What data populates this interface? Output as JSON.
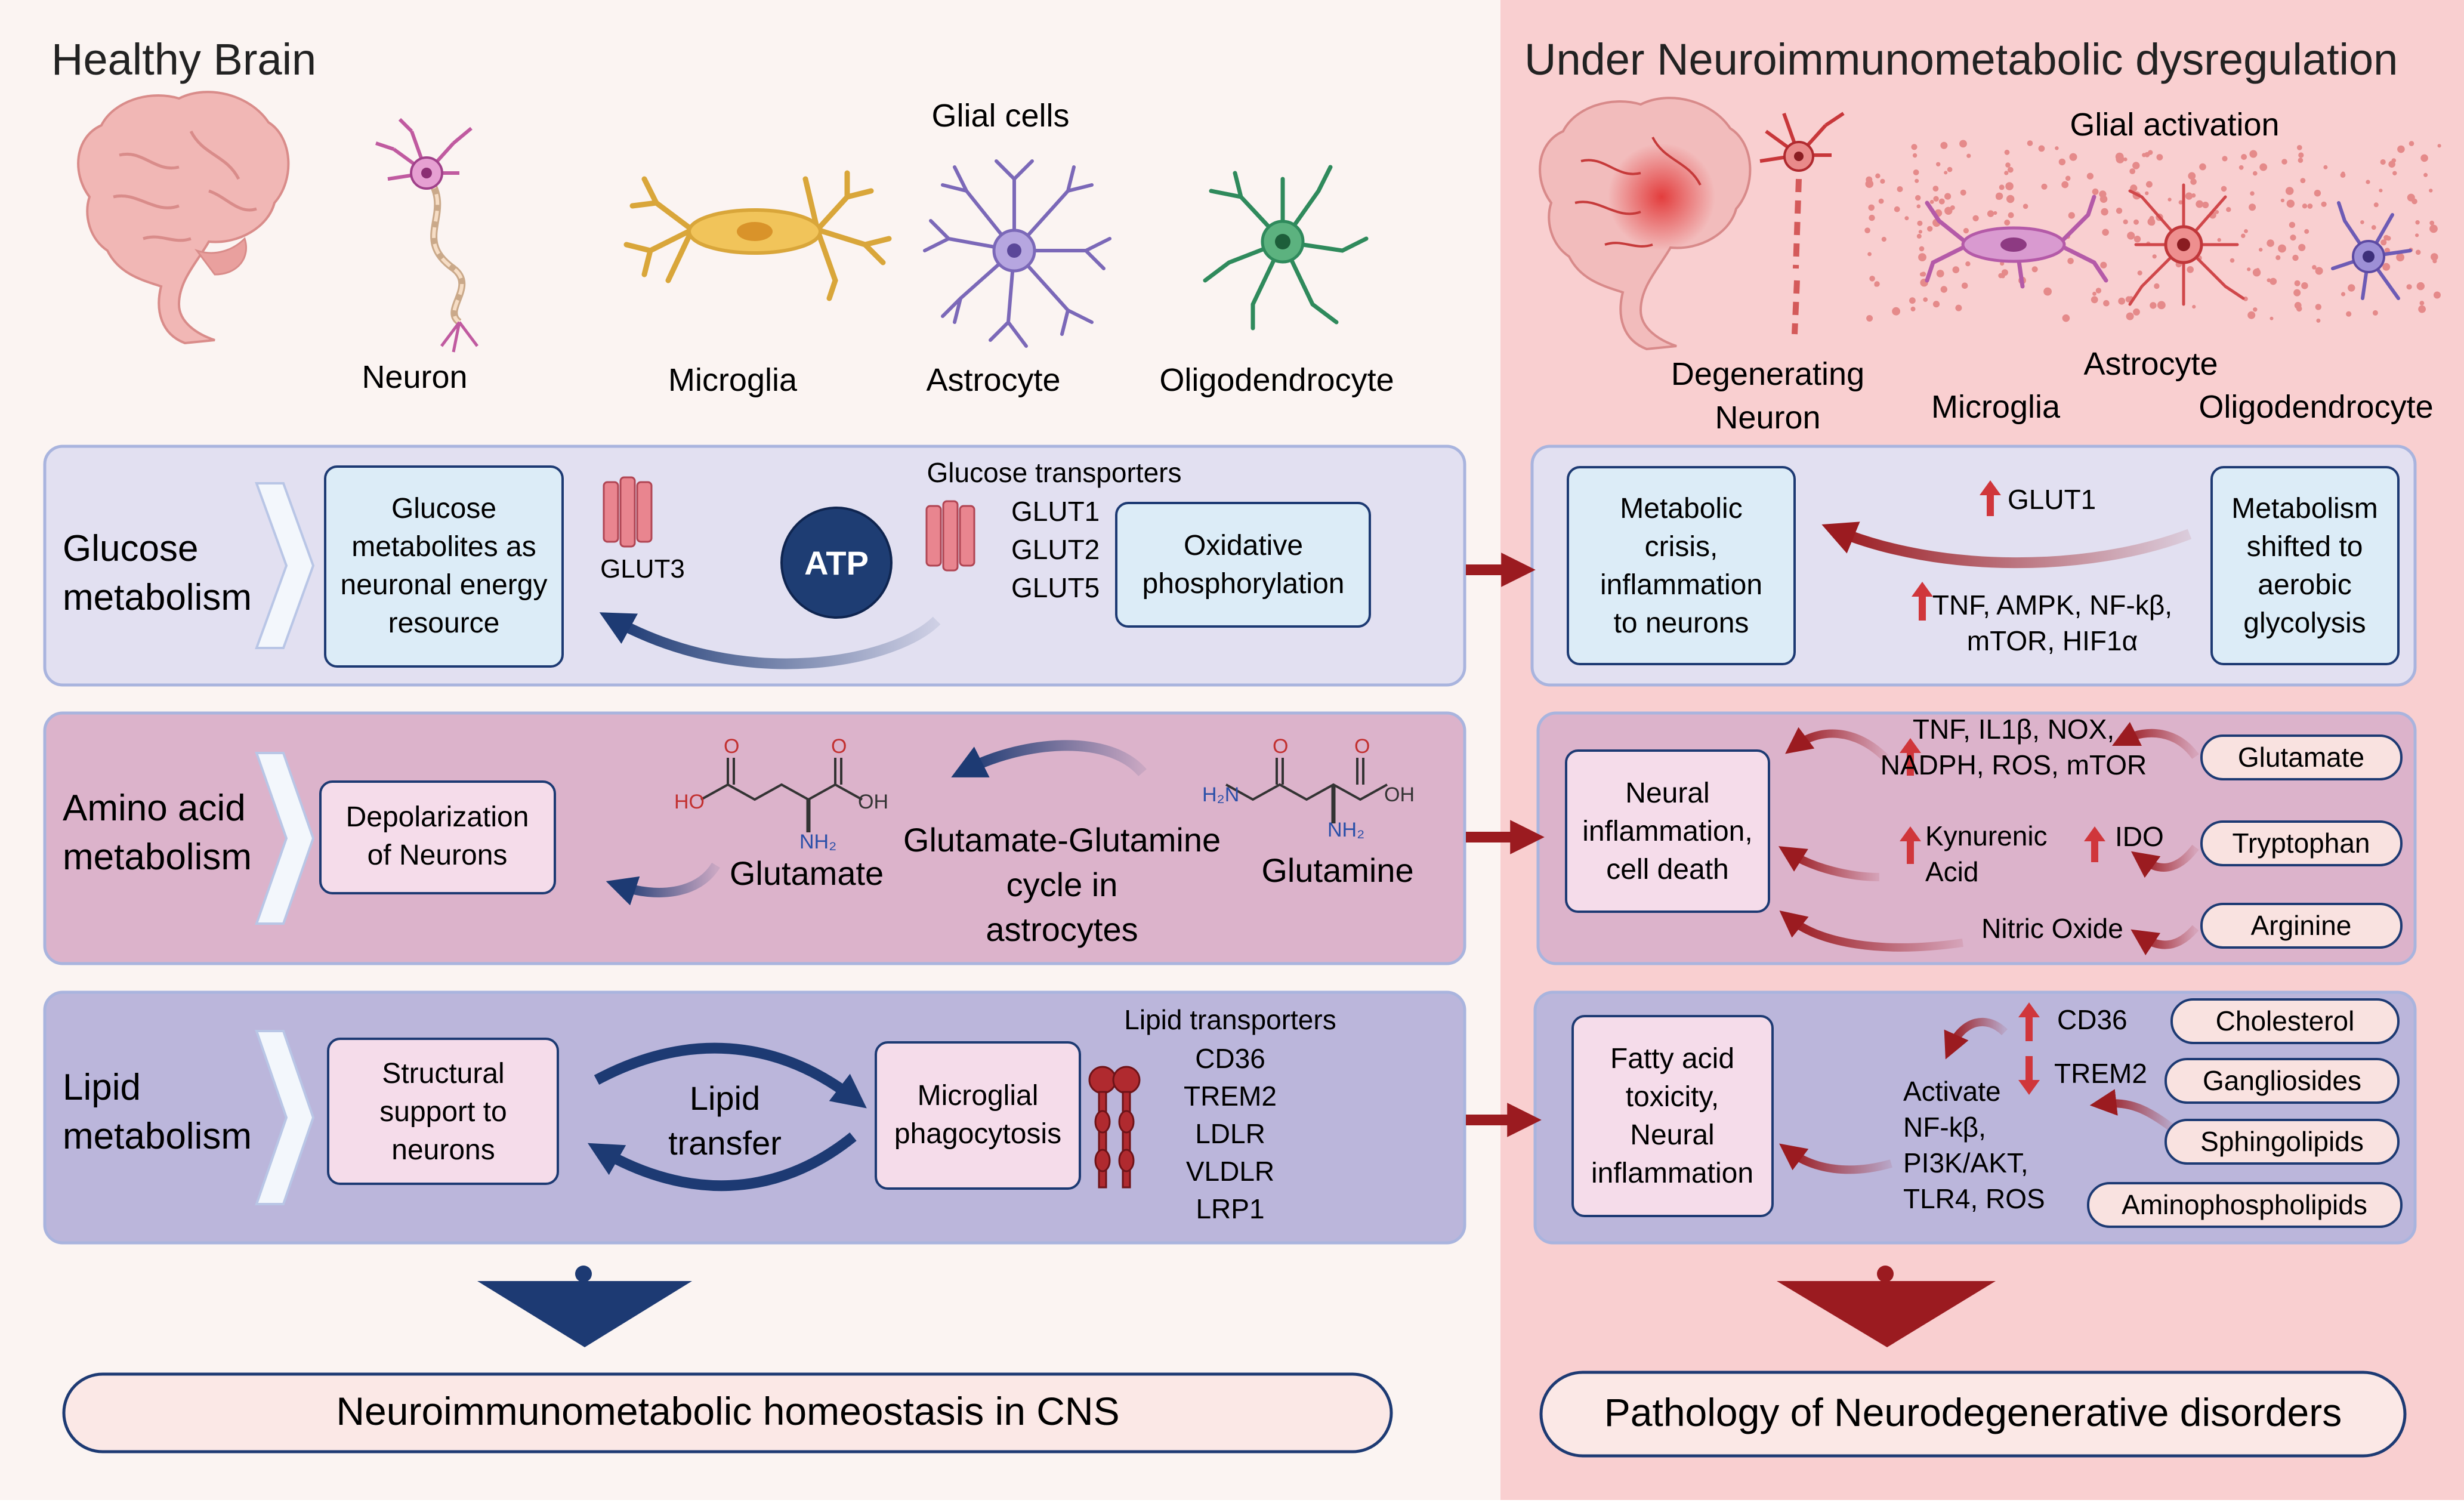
{
  "left": {
    "title": "Healthy Brain",
    "neuron_label": "Neuron",
    "glial_header": "Glial cells",
    "microglia_label": "Microglia",
    "astrocyte_label": "Astrocyte",
    "oligo_label": "Oligodendrocyte",
    "glucose": {
      "label": [
        "Glucose",
        "metabolism"
      ],
      "box": [
        "Glucose",
        "metabolites as",
        "neuronal energy",
        "resource"
      ],
      "glut3": "GLUT3",
      "atp": "ATP",
      "transporters_title": "Glucose transporters",
      "transporters": [
        "GLUT1",
        "GLUT2",
        "GLUT5"
      ],
      "oxphos": [
        "Oxidative",
        "phosphorylation"
      ]
    },
    "amino": {
      "label": [
        "Amino acid",
        "metabolism"
      ],
      "box": [
        "Depolarization",
        "of Neurons"
      ],
      "glutamate": "Glutamate",
      "cycle": [
        "Glutamate-Glutamine",
        "cycle in",
        "astrocytes"
      ],
      "glutamine": "Glutamine",
      "chem": {
        "oh": "OH",
        "ho": "HO",
        "o": "O",
        "nh2": "NH₂",
        "h2n": "H₂N"
      }
    },
    "lipid": {
      "label": [
        "Lipid",
        "metabolism"
      ],
      "box": [
        "Structural",
        "support to",
        "neurons"
      ],
      "transfer": [
        "Lipid",
        "transfer"
      ],
      "phago": [
        "Microglial",
        "phagocytosis"
      ],
      "transporters_title": "Lipid transporters",
      "transporters": [
        "CD36",
        "TREM2",
        "LDLR",
        "VLDLR",
        "LRP1"
      ]
    },
    "result": "Neuroimmunometabolic homeostasis in CNS"
  },
  "right": {
    "title": "Under Neuroimmunometabolic dysregulation",
    "degenerating": [
      "Degenerating",
      "Neuron"
    ],
    "glial_activation": "Glial activation",
    "microglia_label": "Microglia",
    "astrocyte_label": "Astrocyte",
    "oligo_label": "Oligodendrocyte",
    "glucose": {
      "box": [
        "Metabolic",
        "crisis,",
        "inflammation",
        "to neurons"
      ],
      "glut1": "GLUT1",
      "mediators": [
        "TNF, AMPK, NF-kβ,",
        "mTOR, HIF1α"
      ],
      "shift": [
        "Metabolism",
        "shifted to",
        "aerobic",
        "glycolysis"
      ]
    },
    "amino": {
      "box": [
        "Neural",
        "inflammation,",
        "cell death"
      ],
      "mediators": [
        "TNF, IL1β, NOX,",
        "NADPH, ROS, mTOR"
      ],
      "kynurenic": [
        "Kynurenic",
        "Acid"
      ],
      "ido": "IDO",
      "nitric": "Nitric Oxide",
      "glutamate": "Glutamate",
      "tryptophan": "Tryptophan",
      "arginine": "Arginine"
    },
    "lipid": {
      "box": [
        "Fatty acid",
        "toxicity,",
        "Neural",
        "inflammation"
      ],
      "cd36": "CD36",
      "trem2": "TREM2",
      "activate": [
        "Activate",
        "NF-kβ,",
        "PI3K/AKT,",
        "TLR4, ROS"
      ],
      "cholesterol": "Cholesterol",
      "gangliosides": "Gangliosides",
      "sphingolipids": "Sphingolipids",
      "amino_phospho": "Aminophospholipids"
    },
    "result": "Pathology of Neurodegenerative disorders"
  },
  "colors": {
    "left_bg": "#fbf4f2",
    "right_bg": "#f9cfd0",
    "glucose_band": "#e2e0f1",
    "amino_band": "#dcb3cb",
    "lipid_band": "#bbb6db",
    "box_blue": "#dcecf7",
    "box_pink": "#f5dcea",
    "navy": "#1d3a73",
    "crimson": "#9b1b20"
  }
}
